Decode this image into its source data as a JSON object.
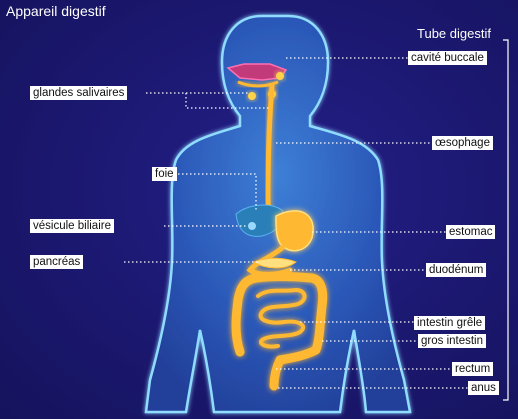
{
  "title": "Appareil digestif",
  "tube_title": "Tube digestif",
  "labels": {
    "glandes_salivaires": "glandes salivaires",
    "foie": "foie",
    "vesicule_biliaire": "vésicule biliaire",
    "pancreas": "pancréas",
    "cavite_buccale": "cavité buccale",
    "oesophage": "œsophage",
    "estomac": "estomac",
    "duodenum": "duodénum",
    "intestin_grele": "intestin grêle",
    "gros_intestin": "gros intestin",
    "rectum": "rectum",
    "anus": "anus"
  },
  "colors": {
    "background": "#1c1a6e",
    "body_outline": "#7fd4ff",
    "body_fill": "#2f5fbf",
    "organ": "#ffb830",
    "organ_glow": "#ffe080",
    "liver": "#2a7fb8",
    "leader": "#ffffff",
    "label_bg": "#ffffff"
  }
}
